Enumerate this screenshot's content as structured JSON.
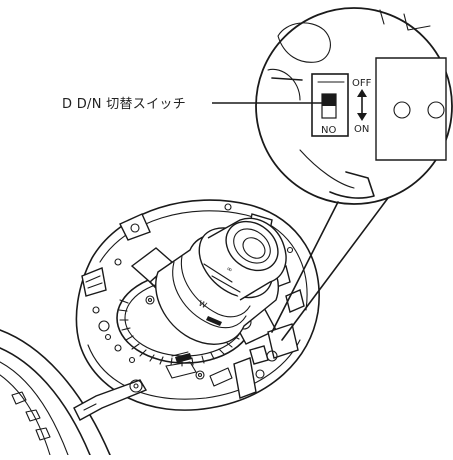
{
  "callout": {
    "label": "D D/N 切替スイッチ"
  },
  "switch": {
    "off_label": "OFF",
    "on_label": "ON",
    "no_label": "NO"
  }
}
